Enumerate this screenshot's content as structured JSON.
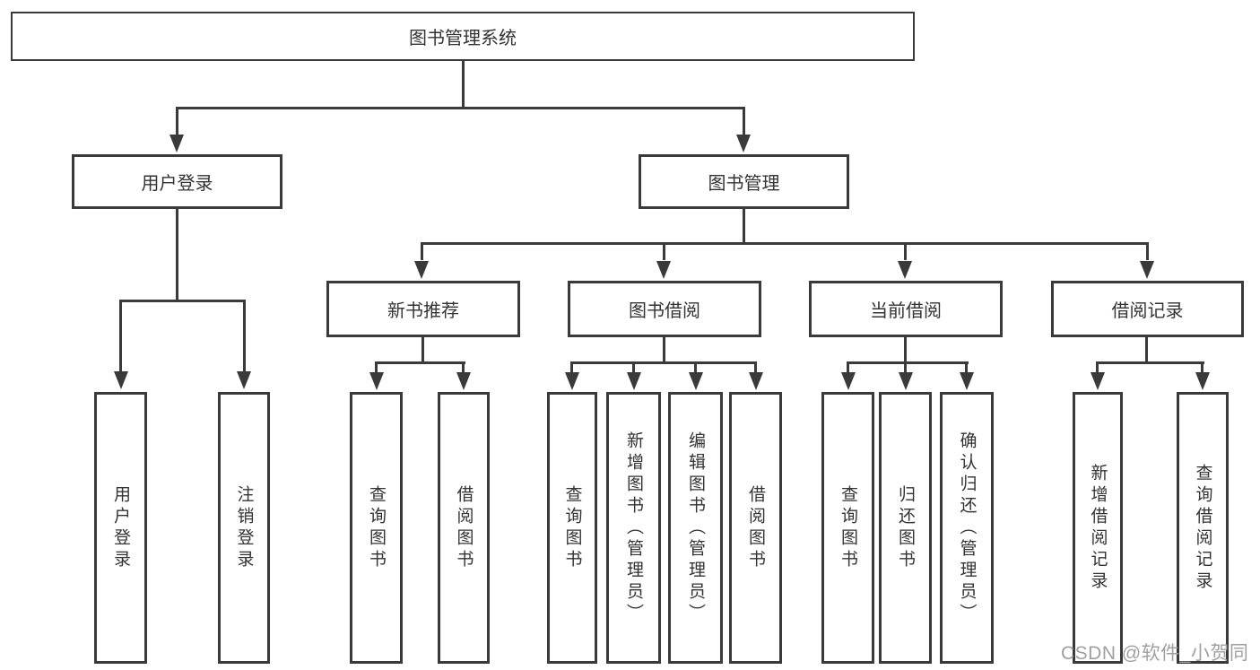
{
  "tree": {
    "root": {
      "label": "图书管理系统"
    },
    "branches": [
      {
        "label": "用户登录",
        "leaves": [
          "用户登录",
          "注销登录"
        ]
      },
      {
        "label": "图书管理",
        "groups": [
          {
            "label": "新书推荐",
            "leaves": [
              "查询图书",
              "借阅图书"
            ]
          },
          {
            "label": "图书借阅",
            "leaves": [
              "查询图书",
              "新增图书（管理员）",
              "编辑图书（管理员）",
              "借阅图书"
            ]
          },
          {
            "label": "当前借阅",
            "leaves": [
              "查询图书",
              "归还图书",
              "确认归还（管理员）"
            ]
          },
          {
            "label": "借阅记录",
            "leaves": [
              "新增借阅记录",
              "查询借阅记录"
            ]
          }
        ]
      }
    ]
  },
  "watermark": {
    "text": "CSDN @软件_小贺同学"
  },
  "colors": {
    "line": "#3a3a3a",
    "text": "#333333",
    "watermark": "#a0a0a0",
    "background": "#ffffff"
  }
}
